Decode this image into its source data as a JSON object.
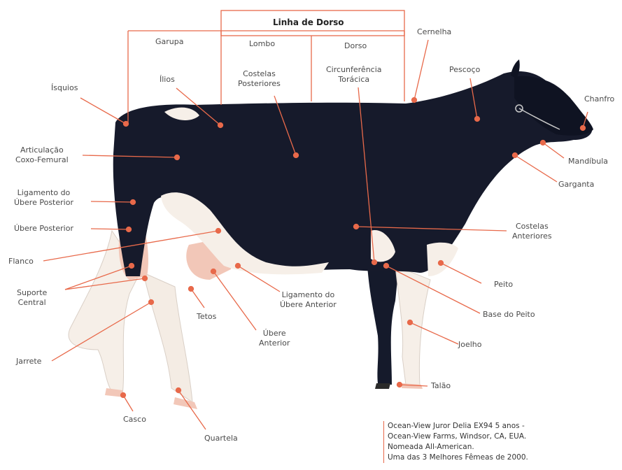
{
  "header_title": "Linha de Dorso",
  "topline": {
    "garupa": "Garupa",
    "lombo": "Lombo",
    "dorso": "Dorso",
    "cernelha": "Cernelha"
  },
  "labels": {
    "isquios": "Ísquios",
    "ilios": "Ílios",
    "costelas_posteriores": [
      "Costelas",
      "Posteriores"
    ],
    "circunferencia_toracica": [
      "Circunferência",
      "Torácica"
    ],
    "pescoco": "Pescoço",
    "chanfro": "Chanfro",
    "articulacao": [
      "Articulação",
      "Coxo-Femural"
    ],
    "mandibula": "Mandíbula",
    "garganta": "Garganta",
    "ligamento_posterior": [
      "Ligamento do",
      "Úbere Posterior"
    ],
    "ubere_posterior": "Úbere Posterior",
    "costelas_anteriores": [
      "Costelas",
      "Anteriores"
    ],
    "flanco": "Flanco",
    "peito": "Peito",
    "suporte_central": [
      "Suporte",
      "Central"
    ],
    "ligamento_anterior": [
      "Ligamento do",
      "Úbere Anterior"
    ],
    "base_peito": "Base do Peito",
    "tetos": "Tetos",
    "ubere_anterior": [
      "Úbere",
      "Anterior"
    ],
    "joelho": "Joelho",
    "jarrete": "Jarrete",
    "talao": "Talão",
    "casco": "Casco",
    "quartela": "Quartela"
  },
  "caption": [
    "Ocean-View Juror Delia EX94 5 anos -",
    "Ocean-View Farms, Windsor, CA, EUA.",
    "Nomeada All-American.",
    "Uma das 3 Melhores Fêmeas de 2000."
  ],
  "colors": {
    "leader": "#e8694a",
    "cow_black": "#161a2b",
    "cow_white": "#f6efe8",
    "cow_pink": "#f2c7b8"
  }
}
